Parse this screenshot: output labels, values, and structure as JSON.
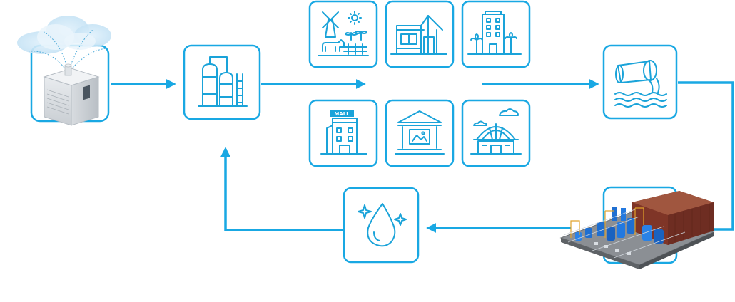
{
  "colors": {
    "accent": "#19a8e3",
    "icon": "#1aa3d9",
    "background": "#ffffff"
  },
  "nodes": [
    {
      "id": "atmospheric-water-generator",
      "icon": "atmospheric-water-generator-icon"
    },
    {
      "id": "storage-tanks",
      "icon": "storage-tanks-icon"
    },
    {
      "id": "farm",
      "icon": "farm-icon"
    },
    {
      "id": "house",
      "icon": "house-icon"
    },
    {
      "id": "hotel",
      "icon": "hotel-icon"
    },
    {
      "id": "mall",
      "icon": "mall-icon"
    },
    {
      "id": "museum",
      "icon": "museum-icon"
    },
    {
      "id": "station",
      "icon": "station-icon"
    },
    {
      "id": "wastewater-outfall",
      "icon": "wastewater-pipe-icon"
    },
    {
      "id": "treatment-plant",
      "icon": "treatment-plant-icon"
    },
    {
      "id": "clean-water",
      "icon": "clean-water-drop-icon"
    }
  ],
  "labels": {
    "mall_sign": "MALL"
  }
}
